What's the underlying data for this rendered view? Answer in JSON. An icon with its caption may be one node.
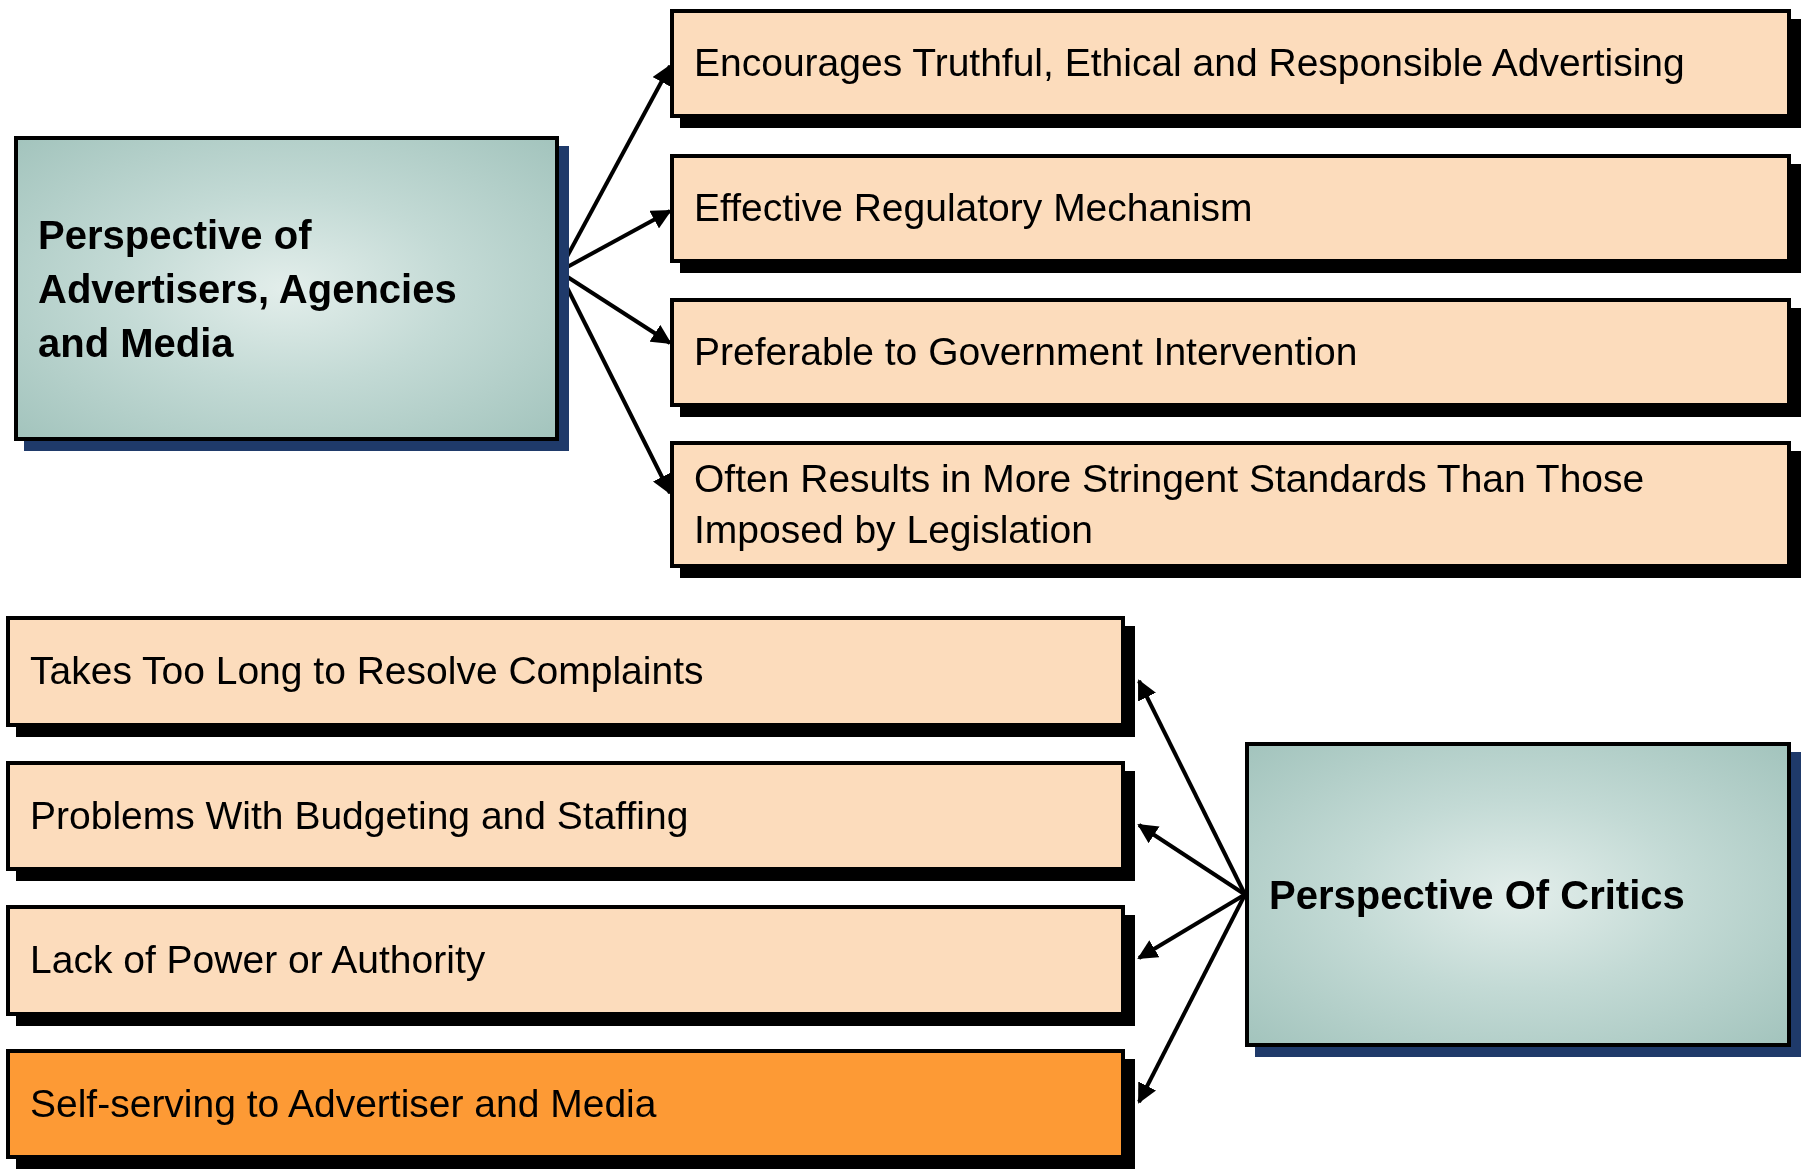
{
  "diagram": {
    "nodes": [
      {
        "text": [
          "Perspective of Advertisers, Agencies and Media"
        ]
      },
      {
        "text": [
          "Encourages Truthful, Ethical and Responsible Advertising"
        ]
      },
      {
        "text": [
          "Effective Regulatory Mechanism"
        ]
      },
      {
        "text": [
          "Preferable to Government Intervention"
        ]
      },
      {
        "text": [
          "Often Results in More Stringent Standards Than Those Imposed by Legislation"
        ]
      },
      {
        "text": [
          "Takes Too Long to Resolve Complaints"
        ]
      },
      {
        "text": [
          "Problems With Budgeting and Staffing"
        ]
      },
      {
        "text": [
          "Lack of Power or Authority"
        ]
      },
      {
        "text": [
          "Self-serving to Advertiser and Media"
        ]
      },
      {
        "text": [
          "Perspective Of Critics"
        ]
      }
    ],
    "edges": [
      {
        "from": 0,
        "to": 1,
        "arrow": "to"
      },
      {
        "from": 0,
        "to": 2,
        "arrow": "to"
      },
      {
        "from": 0,
        "to": 3,
        "arrow": "to"
      },
      {
        "from": 0,
        "to": 4,
        "arrow": "to"
      },
      {
        "from": 9,
        "to": 5,
        "arrow": "to"
      },
      {
        "from": 9,
        "to": 6,
        "arrow": "to"
      },
      {
        "from": 9,
        "to": 7,
        "arrow": "to"
      },
      {
        "from": 9,
        "to": 8,
        "arrow": "to"
      }
    ]
  }
}
